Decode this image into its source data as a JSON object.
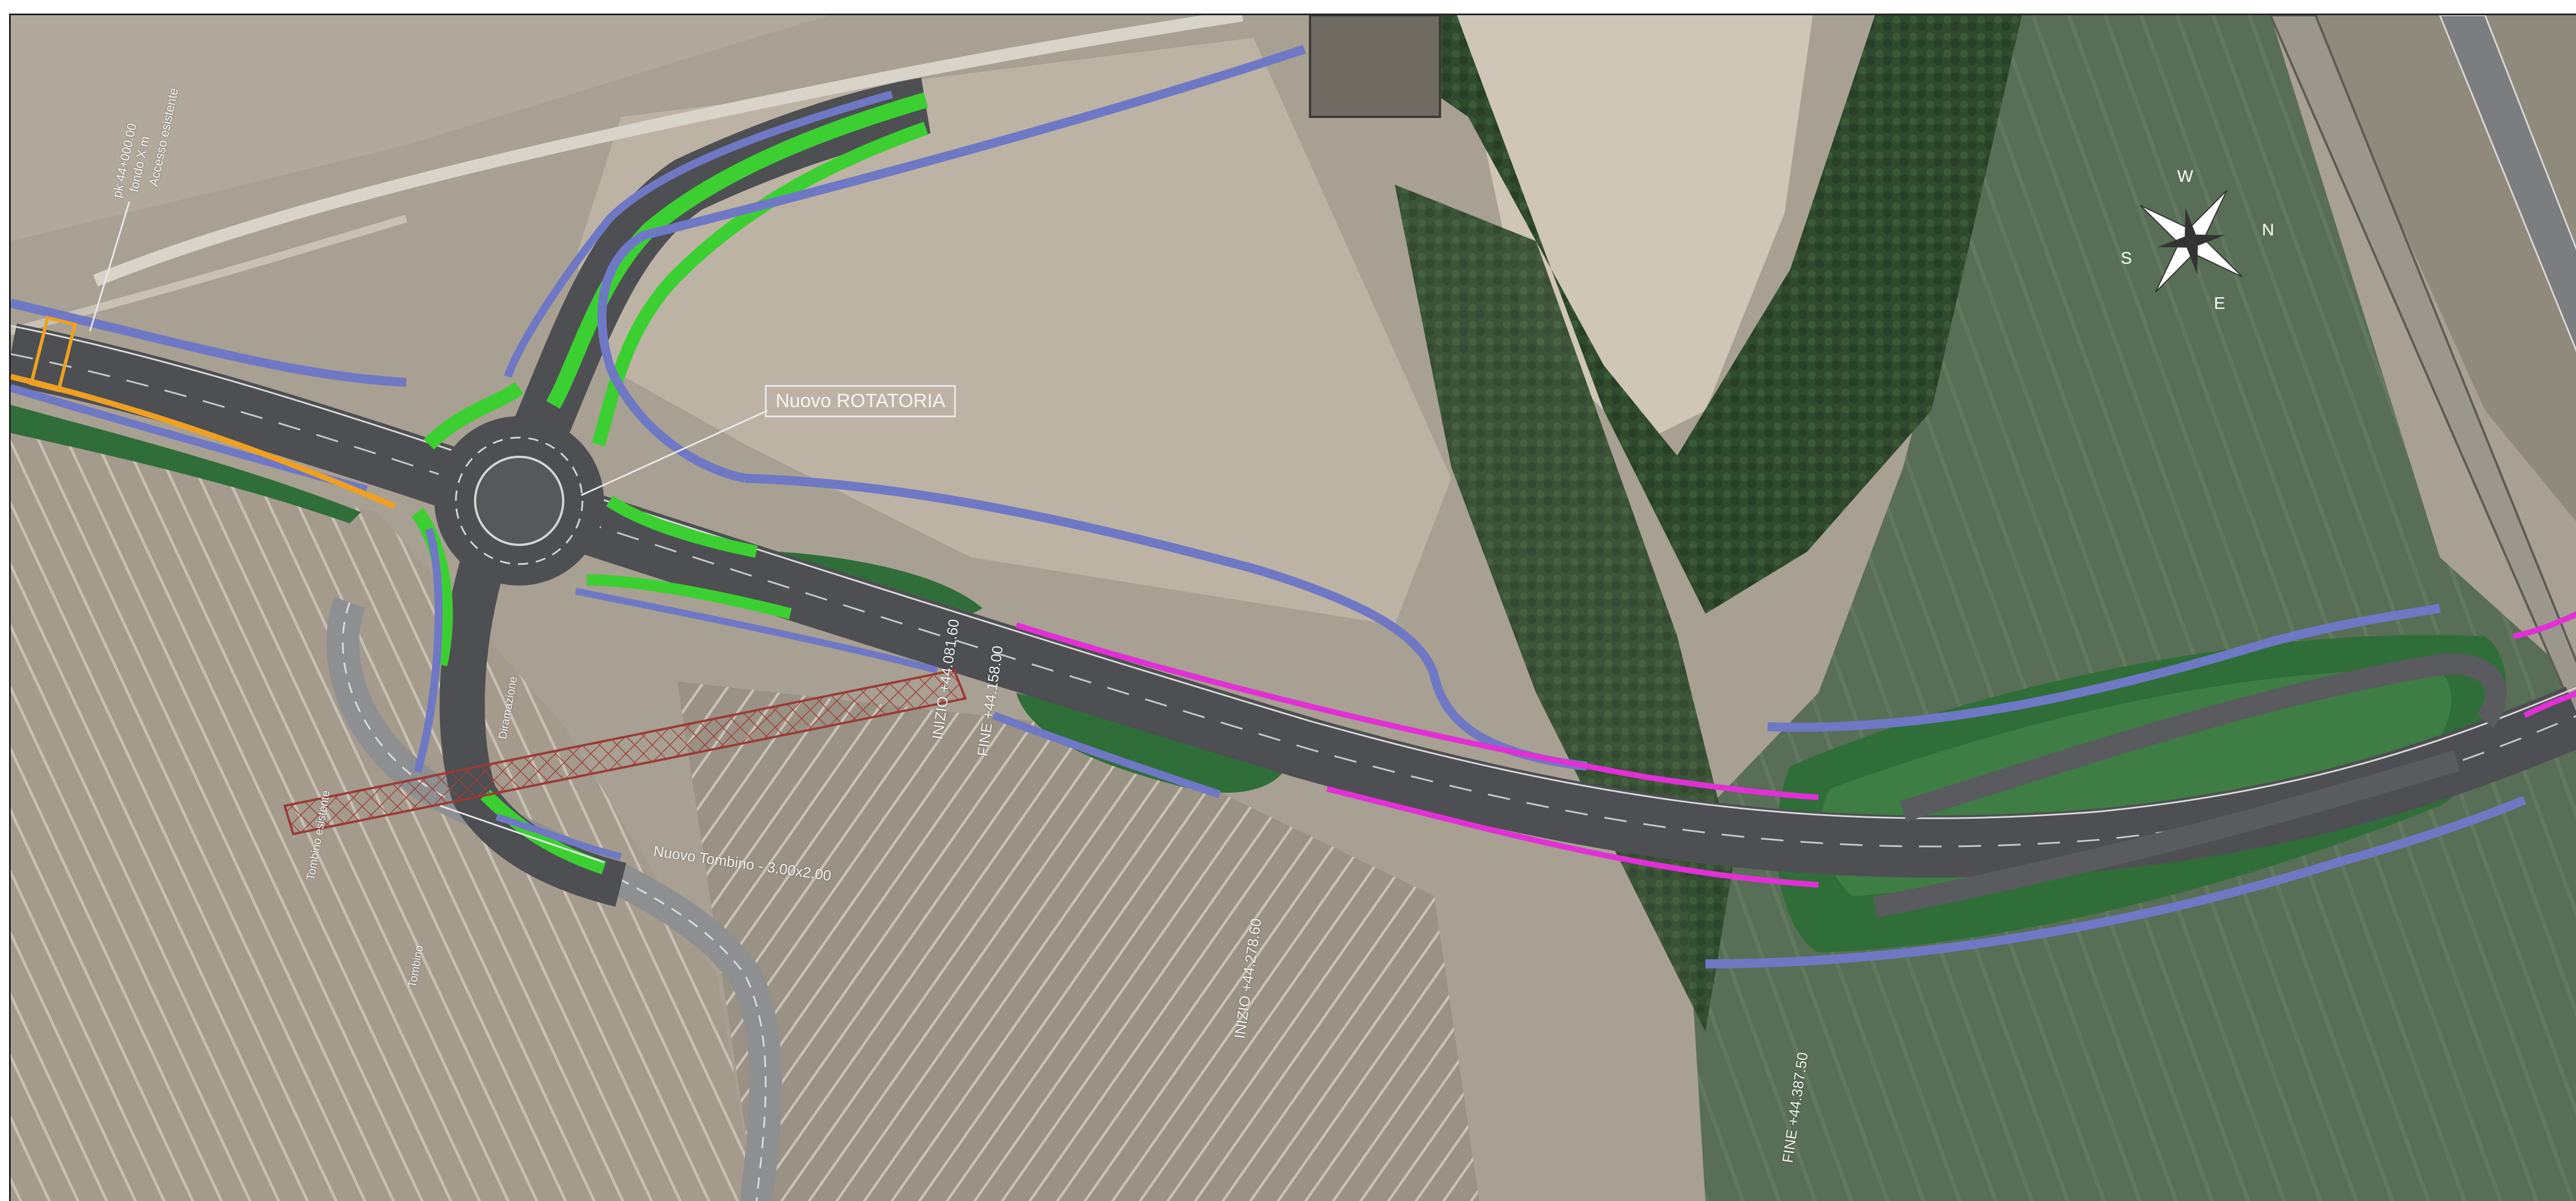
{
  "map": {
    "colors": {
      "soil": "#a59c8e",
      "soil_light": "#bdb5a8",
      "field": "#566a54",
      "field_dark": "#3d5a3c",
      "tree_belt": "#2e4a2c",
      "asphalt": "#4a4c4f",
      "asphalt_light": "#707275",
      "verge_green": "#3ccf32",
      "slope_green": "#2f7a3a",
      "retaining_blue": "#6f78c4",
      "barrier_magenta": "#e22fd6",
      "orange": "#f0a020",
      "red_hatch": "#9b3a34",
      "label": "#f2f2f2"
    },
    "labels": {
      "roundabout": "Nuovo ROTATORIA",
      "tombino": "Nuovo Tombino - 3.00x2.00",
      "inizio_1": "INIZIO +44.081.60",
      "fine_1": "FINE +44.158.00",
      "inizio_2": "INIZIO +44.278.60",
      "fine_2": "FINE +44.387.50",
      "top_left_1": "Accesso esistente",
      "top_left_2": "fondo X m",
      "top_left_3": "pk 44+000.00",
      "west_spur": "Tombino esistente",
      "roundabout_arm": "Diramazione",
      "culvert_note": "Tombino"
    },
    "compass": {
      "north": "N",
      "south": "S",
      "east": "E",
      "west": "W"
    }
  }
}
